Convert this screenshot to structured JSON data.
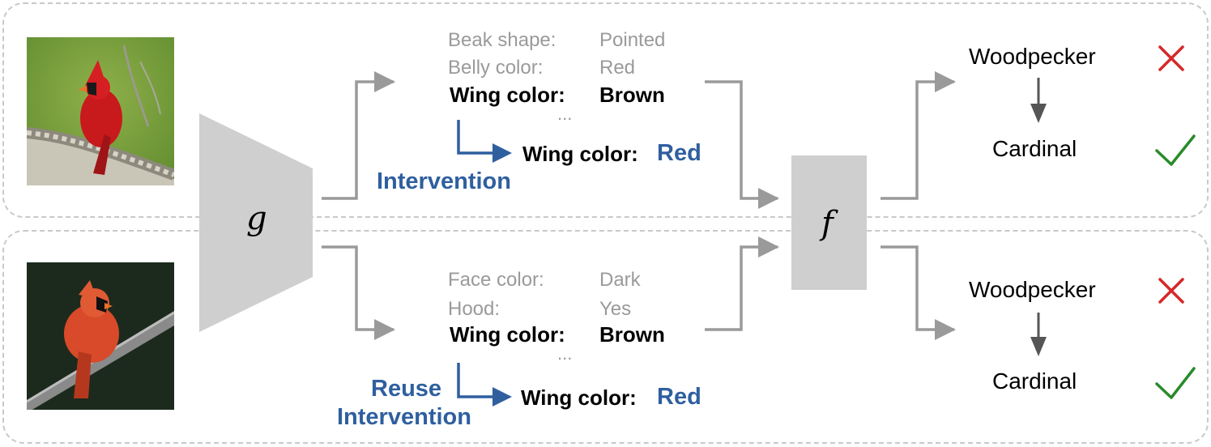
{
  "encoder": {
    "symbol": "g"
  },
  "predictor": {
    "symbol": "f"
  },
  "top_row": {
    "concepts": [
      {
        "name": "Beak shape:",
        "value": "Pointed",
        "emphasis": false
      },
      {
        "name": "Belly color:",
        "value": "Red",
        "emphasis": false
      },
      {
        "name": "Wing color:",
        "value": "Brown",
        "emphasis": true
      }
    ],
    "ellipsis": "...",
    "intervention_label": "Intervention",
    "corrected": {
      "name": "Wing color:",
      "value": "Red"
    },
    "prediction_before": "Woodpecker",
    "prediction_after": "Cardinal"
  },
  "bottom_row": {
    "concepts": [
      {
        "name": "Face color:",
        "value": "Dark",
        "emphasis": false
      },
      {
        "name": "Hood:",
        "value": "Yes",
        "emphasis": false
      },
      {
        "name": "Wing color:",
        "value": "Brown",
        "emphasis": true
      }
    ],
    "ellipsis": "...",
    "intervention_label_line1": "Reuse",
    "intervention_label_line2": "Intervention",
    "corrected": {
      "name": "Wing color:",
      "value": "Red"
    },
    "prediction_before": "Woodpecker",
    "prediction_after": "Cardinal"
  },
  "colors": {
    "wrong": "#d62728",
    "right": "#2a8a2a",
    "intervention": "#2f5f9f",
    "arrow": "#9a9a9a",
    "block": "#cfcfcf"
  }
}
